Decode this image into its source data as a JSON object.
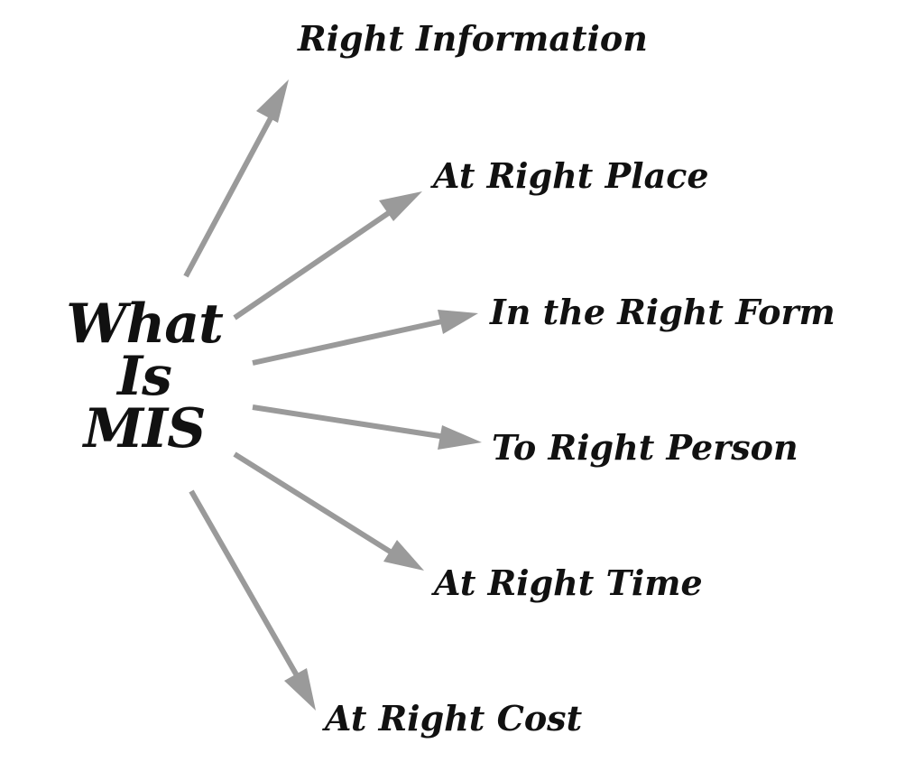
{
  "center": {
    "line1": "What",
    "line2": "Is",
    "line3": "MIS"
  },
  "nodes": [
    {
      "label": "Right Information"
    },
    {
      "label": "At Right Place"
    },
    {
      "label": "In the Right Form"
    },
    {
      "label": "To Right Person"
    },
    {
      "label": "At Right Time"
    },
    {
      "label": "At Right Cost"
    }
  ],
  "colors": {
    "arrow": "#9a9a9a",
    "text": "#111111",
    "background": "#ffffff"
  }
}
